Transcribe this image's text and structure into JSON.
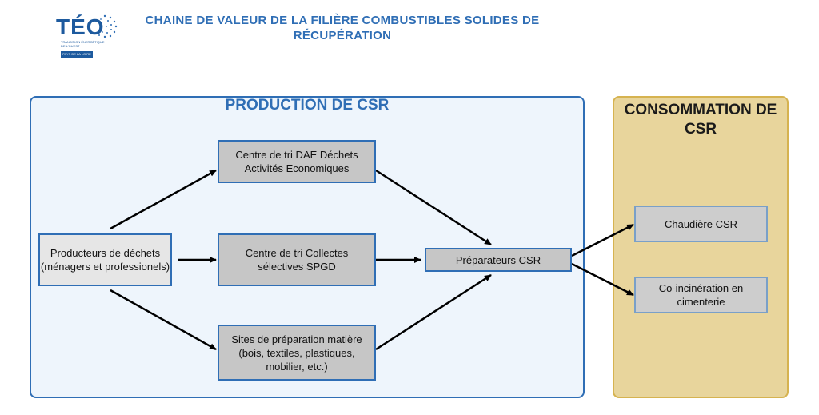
{
  "header": {
    "logo_text": "TÉO",
    "logo_subtitle": "TRANSITION ÉNERGÉTIQUE DE L'OUEST",
    "logo_badge": "PAYS DE LA LOIRE",
    "title": "CHAINE DE VALEUR DE LA FILIÈRE COMBUSTIBLES SOLIDES DE RÉCUPÉRATION"
  },
  "production": {
    "title": "PRODUCTION DE CSR",
    "producers": "Producteurs de déchets (ménagers et professionels)",
    "tri_dae": "Centre de tri DAE Déchets Activités Economiques",
    "tri_collectes": "Centre de tri Collectes sélectives SPGD",
    "sites_preparation": "Sites de préparation matière (bois, textiles, plastiques, mobilier, etc.)",
    "preparateurs": "Préparateurs CSR"
  },
  "consommation": {
    "title": "CONSOMMATION DE CSR",
    "chaudiere": "Chaudière CSR",
    "coincineration": "Co-incinération en cimenterie"
  },
  "colors": {
    "accent": "#2f6eb5",
    "production_bg": "#eef5fc",
    "consommation_bg": "#e8d59c",
    "consommation_border": "#d6b350",
    "box_grey": "#c6c6c6"
  }
}
